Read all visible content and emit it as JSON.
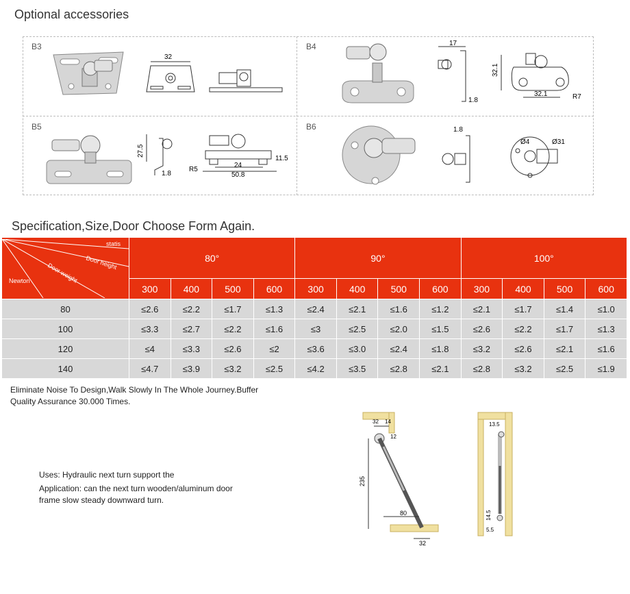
{
  "heading_accessories": "Optional accessories",
  "accessories": [
    {
      "id": "B3",
      "dims": [
        "32"
      ]
    },
    {
      "id": "B4",
      "dims": [
        "17",
        "32.1",
        "32.1",
        "R7",
        "1.8"
      ]
    },
    {
      "id": "B5",
      "dims": [
        "27.5",
        "1.8",
        "11.5",
        "R5",
        "24",
        "50.8"
      ]
    },
    {
      "id": "B6",
      "dims": [
        "1.8",
        "Ø4",
        "Ø31"
      ]
    }
  ],
  "heading_spec": "Specification,Size,Door Choose Form Again.",
  "table": {
    "corner": {
      "statis": "statis",
      "door_height": "Door height",
      "door_weight": "Door weight",
      "newton": "Newton"
    },
    "angles": [
      "80°",
      "90°",
      "100°"
    ],
    "heights": [
      "300",
      "400",
      "500",
      "600",
      "300",
      "400",
      "500",
      "600",
      "300",
      "400",
      "500",
      "600"
    ],
    "rows": [
      {
        "weight": "80",
        "cells": [
          "≤2.6",
          "≤2.2",
          "≤1.7",
          "≤1.3",
          "≤2.4",
          "≤2.1",
          "≤1.6",
          "≤1.2",
          "≤2.1",
          "≤1.7",
          "≤1.4",
          "≤1.0"
        ]
      },
      {
        "weight": "100",
        "cells": [
          "≤3.3",
          "≤2.7",
          "≤2.2",
          "≤1.6",
          "≤3",
          "≤2.5",
          "≤2.0",
          "≤1.5",
          "≤2.6",
          "≤2.2",
          "≤1.7",
          "≤1.3"
        ]
      },
      {
        "weight": "120",
        "cells": [
          "≤4",
          "≤3.3",
          "≤2.6",
          "≤2",
          "≤3.6",
          "≤3.0",
          "≤2.4",
          "≤1.8",
          "≤3.2",
          "≤2.6",
          "≤2.1",
          "≤1.6"
        ]
      },
      {
        "weight": "140",
        "cells": [
          "≤4.7",
          "≤3.9",
          "≤3.2",
          "≤2.5",
          "≤4.2",
          "≤3.5",
          "≤2.8",
          "≤2.1",
          "≤2.8",
          "≤3.2",
          "≤2.5",
          "≤1.9"
        ]
      }
    ]
  },
  "note": {
    "line1": "Eliminate Noise To Design,Walk Slowly In The Whole Journey.Buffer",
    "line2": "Quality Assurance 30.000 Times."
  },
  "uses": {
    "line1": "Uses: Hydraulic next turn support the",
    "line2": "Application: can the next turn wooden/aluminum door",
    "line3": "frame slow steady downward turn."
  },
  "diagram1_dims": [
    "32",
    "14",
    "12",
    "235",
    "80",
    "32"
  ],
  "diagram2_dims": [
    "13.5",
    "14.5",
    "5.5"
  ],
  "colors": {
    "red": "#e8320f",
    "grey": "#d8d8d8",
    "wood": "#f0e0a0"
  }
}
